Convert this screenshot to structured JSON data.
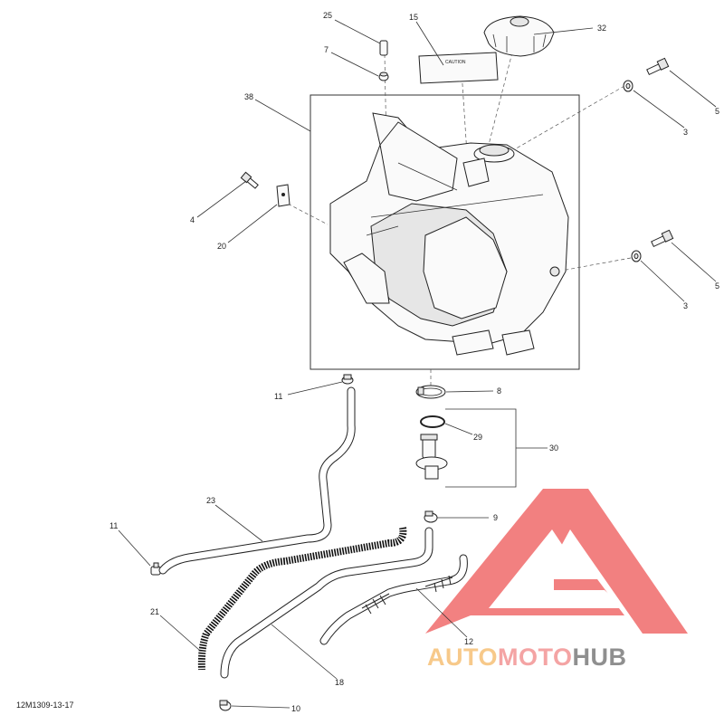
{
  "diagram": {
    "reference": "12M1309-13-17",
    "callouts": {
      "c25": "25",
      "c15": "15",
      "c32": "32",
      "c7": "7",
      "c38": "38",
      "c5a": "5",
      "c3a": "3",
      "c4": "4",
      "c20": "20",
      "c5b": "5",
      "c3b": "3",
      "c11a": "11",
      "c8": "8",
      "c29": "29",
      "c30": "30",
      "c23": "23",
      "c9": "9",
      "c11b": "11",
      "c21": "21",
      "c12": "12",
      "c18": "18",
      "c10": "10"
    },
    "label_text": "CAUTION"
  },
  "watermark": {
    "part1": "AUTO",
    "part2": "MOTO",
    "part3": "HUB",
    "colors": {
      "auto": "#f7c98a",
      "moto": "#f4a4a4",
      "hub": "#9a9a9a",
      "triangle": "#f06b6b"
    }
  }
}
